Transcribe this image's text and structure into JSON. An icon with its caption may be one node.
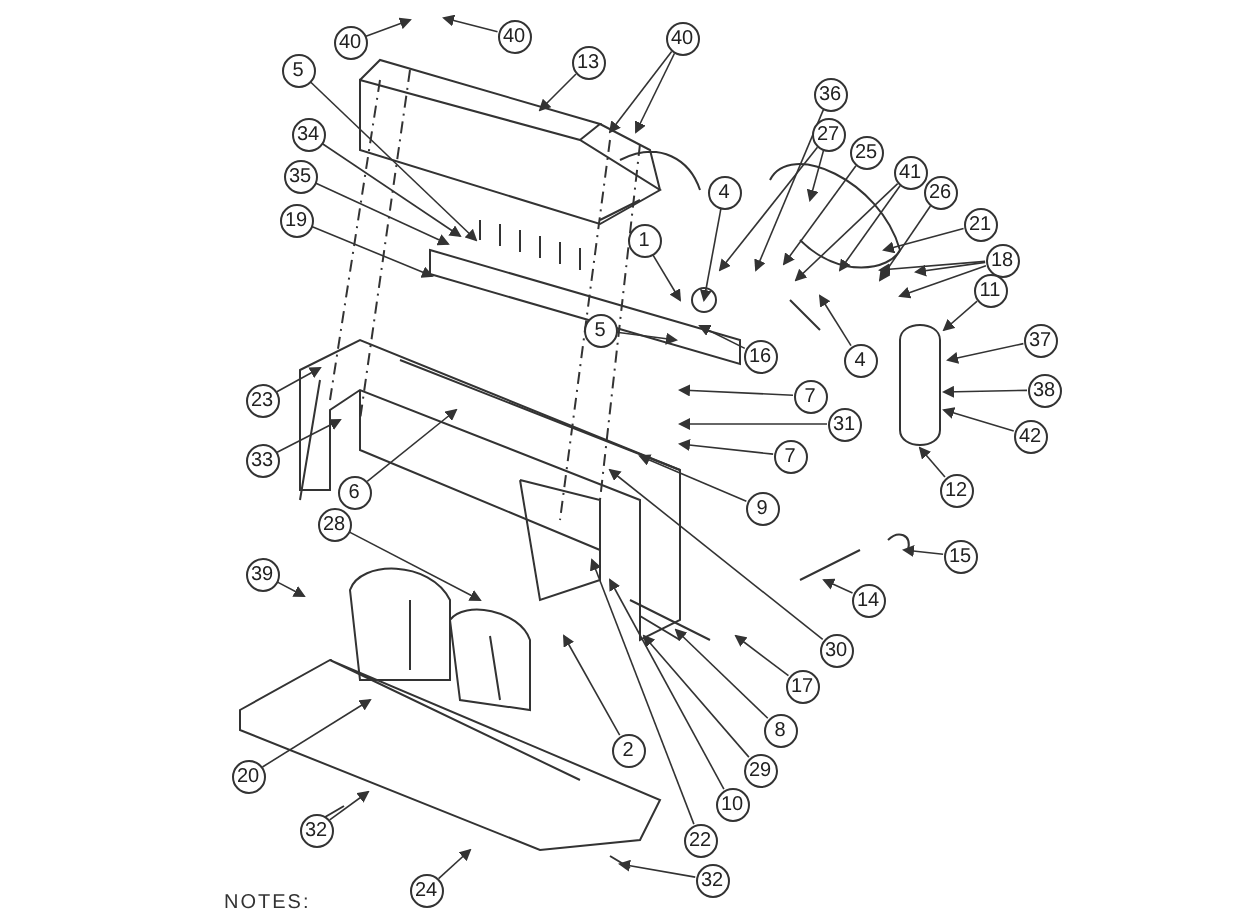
{
  "diagram": {
    "nodes": [
      {
        "text": [
          "40"
        ]
      },
      {
        "text": [
          "40"
        ]
      },
      {
        "text": [
          "13"
        ]
      },
      {
        "text": [
          "40"
        ]
      },
      {
        "text": [
          "5"
        ]
      },
      {
        "text": [
          "36"
        ]
      },
      {
        "text": [
          "27"
        ]
      },
      {
        "text": [
          "34"
        ]
      },
      {
        "text": [
          "25"
        ]
      },
      {
        "text": [
          "41"
        ]
      },
      {
        "text": [
          "35"
        ]
      },
      {
        "text": [
          "26"
        ]
      },
      {
        "text": [
          "4"
        ]
      },
      {
        "text": [
          "19"
        ]
      },
      {
        "text": [
          "21"
        ]
      },
      {
        "text": [
          "1"
        ]
      },
      {
        "text": [
          "18"
        ]
      },
      {
        "text": [
          "5"
        ]
      },
      {
        "text": [
          "11"
        ]
      },
      {
        "text": [
          "37"
        ]
      },
      {
        "text": [
          "4"
        ]
      },
      {
        "text": [
          "16"
        ]
      },
      {
        "text": [
          "38"
        ]
      },
      {
        "text": [
          "7"
        ]
      },
      {
        "text": [
          "23"
        ]
      },
      {
        "text": [
          "31"
        ]
      },
      {
        "text": [
          "42"
        ]
      },
      {
        "text": [
          "7"
        ]
      },
      {
        "text": [
          "33"
        ]
      },
      {
        "text": [
          "12"
        ]
      },
      {
        "text": [
          "6"
        ]
      },
      {
        "text": [
          "9"
        ]
      },
      {
        "text": [
          "15"
        ]
      },
      {
        "text": [
          "28"
        ]
      },
      {
        "text": [
          "39"
        ]
      },
      {
        "text": [
          "14"
        ]
      },
      {
        "text": [
          "30"
        ]
      },
      {
        "text": [
          "17"
        ]
      },
      {
        "text": [
          "8"
        ]
      },
      {
        "text": [
          "2"
        ]
      },
      {
        "text": [
          "29"
        ]
      },
      {
        "text": [
          "20"
        ]
      },
      {
        "text": [
          "10"
        ]
      },
      {
        "text": [
          "32"
        ]
      },
      {
        "text": [
          "22"
        ]
      },
      {
        "text": [
          "32"
        ]
      },
      {
        "text": [
          "24"
        ]
      }
    ],
    "edges": [
      {
        "from": 0,
        "to": null,
        "arrow": "to"
      },
      {
        "from": 1,
        "to": null,
        "arrow": "to"
      },
      {
        "from": 2,
        "to": null,
        "arrow": "to"
      },
      {
        "from": 3,
        "to": null,
        "arrow": "to"
      },
      {
        "from": 3,
        "to": null,
        "arrow": "to"
      },
      {
        "from": 4,
        "to": null,
        "arrow": "to"
      },
      {
        "from": 5,
        "to": null,
        "arrow": "to"
      },
      {
        "from": 6,
        "to": null,
        "arrow": "to"
      },
      {
        "from": 6,
        "to": null,
        "arrow": "to"
      },
      {
        "from": 7,
        "to": null,
        "arrow": "to"
      },
      {
        "from": 8,
        "to": null,
        "arrow": "to"
      },
      {
        "from": 9,
        "to": null,
        "arrow": "to"
      },
      {
        "from": 9,
        "to": null,
        "arrow": "to"
      },
      {
        "from": 10,
        "to": null,
        "arrow": "to"
      },
      {
        "from": 11,
        "to": null,
        "arrow": "to"
      },
      {
        "from": 12,
        "to": null,
        "arrow": "to"
      },
      {
        "from": 13,
        "to": null,
        "arrow": "to"
      },
      {
        "from": 14,
        "to": null,
        "arrow": "to"
      },
      {
        "from": 15,
        "to": null,
        "arrow": "to"
      },
      {
        "from": 16,
        "to": null,
        "arrow": "to"
      },
      {
        "from": 16,
        "to": null,
        "arrow": "to"
      },
      {
        "from": 16,
        "to": null,
        "arrow": "to"
      },
      {
        "from": 17,
        "to": null,
        "arrow": "to"
      },
      {
        "from": 18,
        "to": null,
        "arrow": "to"
      },
      {
        "from": 19,
        "to": null,
        "arrow": "to"
      },
      {
        "from": 20,
        "to": null,
        "arrow": "to"
      },
      {
        "from": 21,
        "to": null,
        "arrow": "to"
      },
      {
        "from": 22,
        "to": null,
        "arrow": "to"
      },
      {
        "from": 23,
        "to": null,
        "arrow": "to"
      },
      {
        "from": 24,
        "to": null,
        "arrow": "to"
      },
      {
        "from": 25,
        "to": null,
        "arrow": "to"
      },
      {
        "from": 26,
        "to": null,
        "arrow": "to"
      },
      {
        "from": 27,
        "to": null,
        "arrow": "to"
      },
      {
        "from": 28,
        "to": null,
        "arrow": "to"
      },
      {
        "from": 29,
        "to": null,
        "arrow": "to"
      },
      {
        "from": 30,
        "to": null,
        "arrow": "to"
      },
      {
        "from": 31,
        "to": null,
        "arrow": "to"
      },
      {
        "from": 32,
        "to": null,
        "arrow": "to"
      },
      {
        "from": 33,
        "to": null,
        "arrow": "to"
      },
      {
        "from": 34,
        "to": null,
        "arrow": "to"
      },
      {
        "from": 35,
        "to": null,
        "arrow": "to"
      },
      {
        "from": 36,
        "to": null,
        "arrow": "to"
      },
      {
        "from": 37,
        "to": null,
        "arrow": "to"
      },
      {
        "from": 38,
        "to": null,
        "arrow": "to"
      },
      {
        "from": 39,
        "to": null,
        "arrow": "to"
      },
      {
        "from": 40,
        "to": null,
        "arrow": "to"
      },
      {
        "from": 41,
        "to": null,
        "arrow": "to"
      },
      {
        "from": 42,
        "to": null,
        "arrow": "to"
      },
      {
        "from": 43,
        "to": null,
        "arrow": "to"
      },
      {
        "from": 44,
        "to": null,
        "arrow": "to"
      },
      {
        "from": 45,
        "to": null,
        "arrow": "to"
      },
      {
        "from": 46,
        "to": null,
        "arrow": "to"
      }
    ],
    "labels": [
      "NOTES:"
    ]
  }
}
